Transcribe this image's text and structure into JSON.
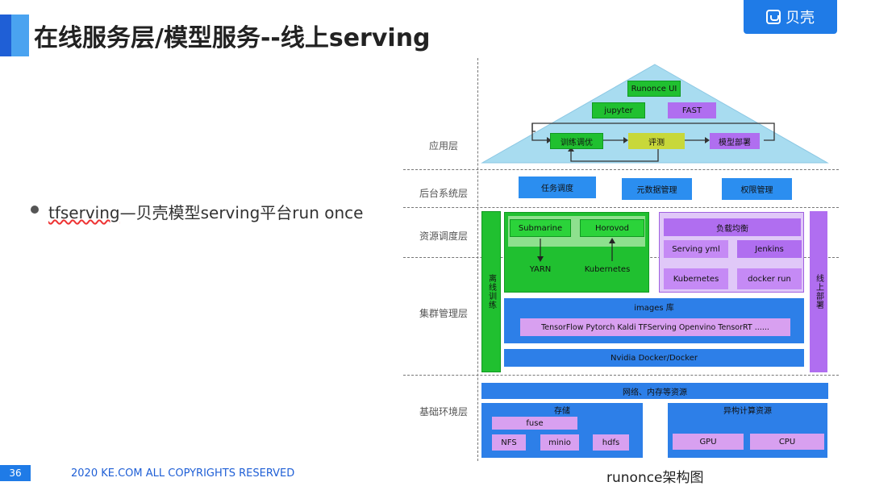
{
  "header": {
    "title": "在线服务层/模型服务--线上serving",
    "logo_text": "贝壳"
  },
  "bullet": {
    "underlined": "tfserving",
    "rest": "—贝壳模型serving平台run once"
  },
  "footer": {
    "page_number": "36",
    "copyright": "2020 KE.COM ALL COPYRIGHTS  RESERVED",
    "caption": "runonce架构图"
  },
  "diagram": {
    "layers": {
      "app": "应用层",
      "backend": "后台系统层",
      "resource": "资源调度层",
      "cluster": "集群管理层",
      "infra": "基础环境层"
    },
    "app": {
      "runonce_ui": "Runonce UI",
      "jupyter": "jupyter",
      "fast": "FAST",
      "train": "训练调优",
      "eval": "评测",
      "deploy": "模型部署"
    },
    "backend": {
      "task": "任务调度",
      "meta": "元数据管理",
      "perm": "权限管理"
    },
    "offline": {
      "side_label": "离线训练",
      "submarine": "Submarine",
      "horovod": "Horovod",
      "yarn": "YARN",
      "kubernetes": "Kubernetes"
    },
    "online": {
      "side_label": "线上部署",
      "lb": "负载均衡",
      "serving_yml": "Serving yml",
      "jenkins": "Jenkins",
      "kubernetes": "Kubernetes",
      "docker_run": "docker run"
    },
    "cluster": {
      "images": "images 库",
      "frameworks": "TensorFlow  Pytorch  Kaldi  TFServing  Openvino  TensorRT  ......",
      "nvidia": "Nvidia Docker/Docker"
    },
    "infra": {
      "network": "网络、内存等资源",
      "storage": "存储",
      "fuse": "fuse",
      "nfs": "NFS",
      "minio": "minio",
      "hdfs": "hdfs",
      "hetero": "异构计算资源",
      "gpu": "GPU",
      "cpu": "CPU"
    }
  },
  "colors": {
    "accent_blue": "#1f7be7",
    "green": "#20c030",
    "purple": "#b06ef0"
  }
}
